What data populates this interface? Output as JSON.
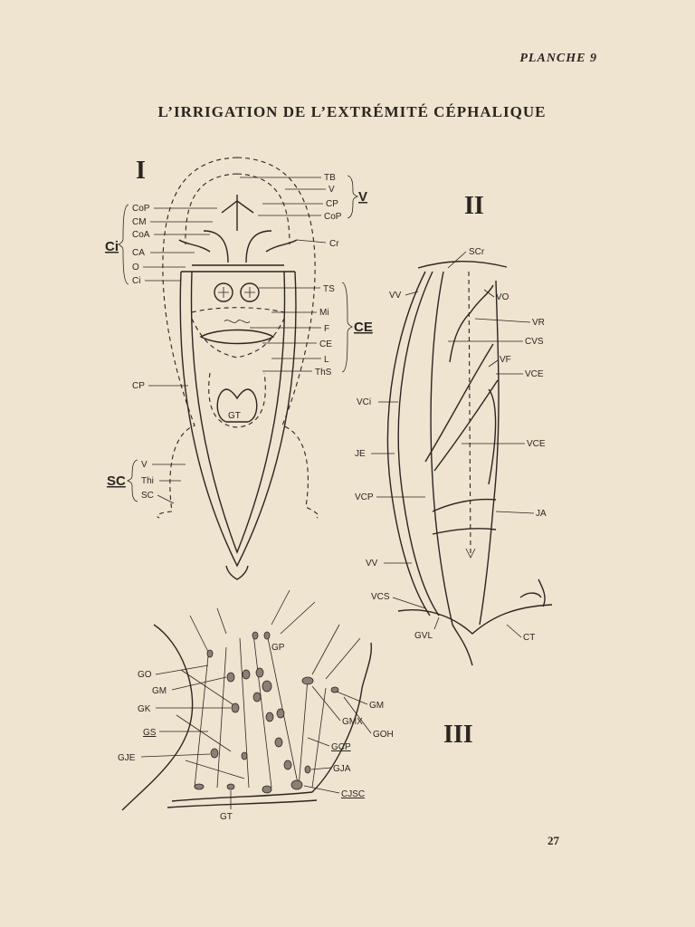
{
  "header": "PLANCHE 9",
  "title": "L’IRRIGATION DE L’EXTRÉMITÉ CÉPHALIQUE",
  "page_number": "27",
  "figure_1": {
    "numeral": "I",
    "right_labels": [
      "TB",
      "V",
      "CP",
      "CoP",
      "Cr",
      "TS",
      "Mi",
      "F",
      "CE",
      "L",
      "ThS"
    ],
    "group_v": "V",
    "group_ce": "CE",
    "left_labels": [
      "CoP",
      "CM",
      "CoA",
      "CA",
      "O",
      "Ci"
    ],
    "group_ci": "Ci",
    "cp_label": "CP",
    "gt_label": "GT",
    "sc_labels": [
      "V",
      "Thi",
      "SC"
    ],
    "group_sc": "SC"
  },
  "figure_2": {
    "numeral": "II",
    "labels": [
      "SCr",
      "VV",
      "VO",
      "VR",
      "CVS",
      "VF",
      "VCE",
      "VCi",
      "VCE",
      "JE",
      "VCP",
      "JA",
      "VV",
      "VCS",
      "GVL",
      "CT"
    ]
  },
  "figure_3": {
    "numeral": "III",
    "labels": [
      "GP",
      "GO",
      "GM",
      "GK",
      "GS",
      "GJE",
      "GT",
      "GM",
      "GMX",
      "GOH",
      "GCP",
      "GJA",
      "CJSC"
    ]
  }
}
